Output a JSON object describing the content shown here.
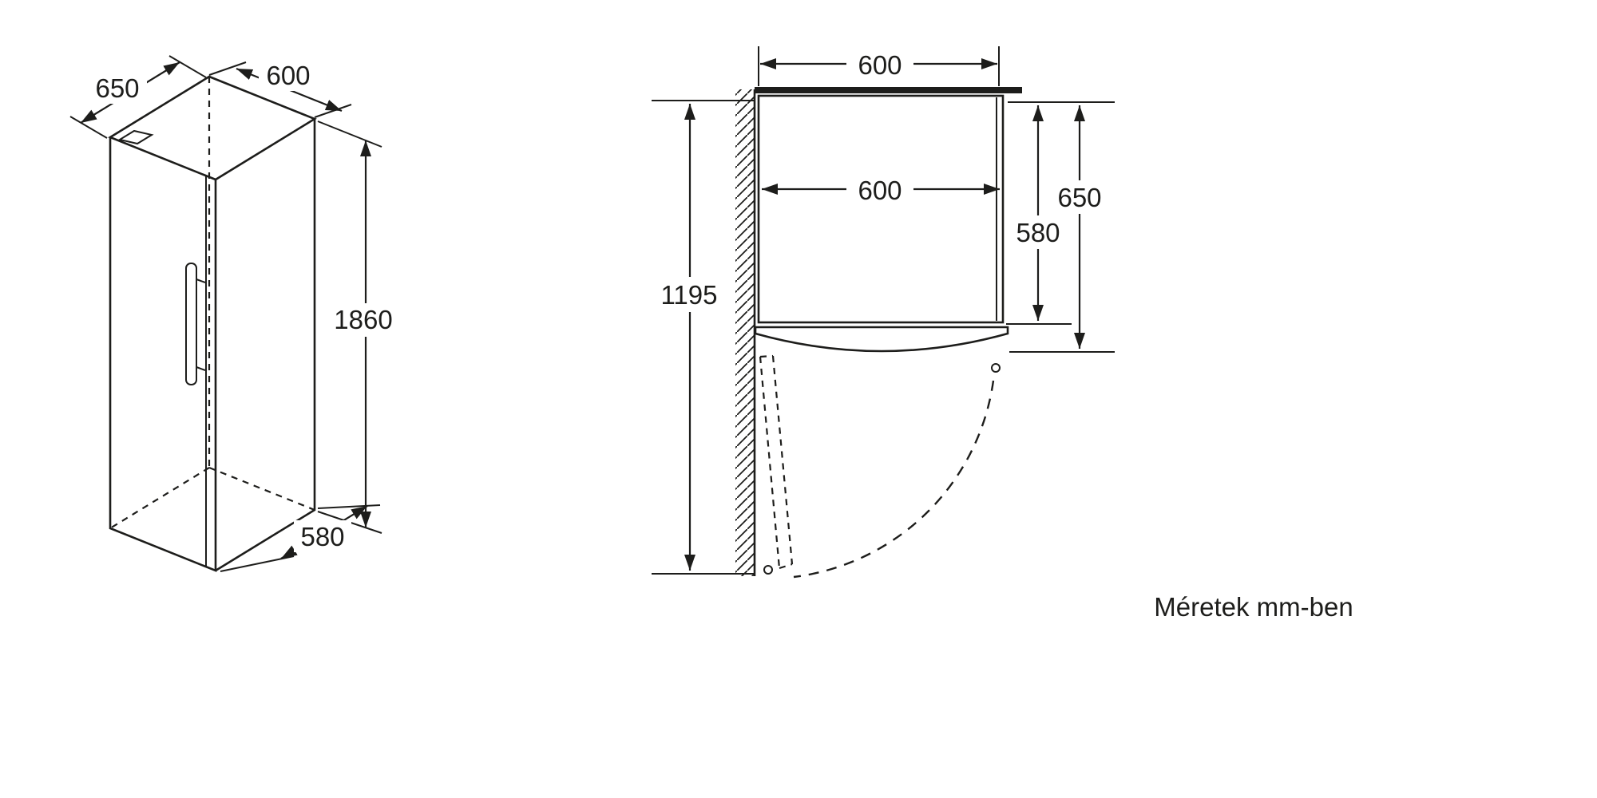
{
  "caption": "Méretek mm-ben",
  "iso_view": {
    "dim_depth_top": "650",
    "dim_width_top": "600",
    "dim_height": "1860",
    "dim_depth_bottom": "580"
  },
  "top_view": {
    "dim_width_top": "600",
    "dim_width_inner": "600",
    "dim_depth_door_open": "1195",
    "dim_depth_body": "580",
    "dim_depth_with_door": "650"
  },
  "colors": {
    "line": "#1d1d1b",
    "background": "#ffffff"
  }
}
